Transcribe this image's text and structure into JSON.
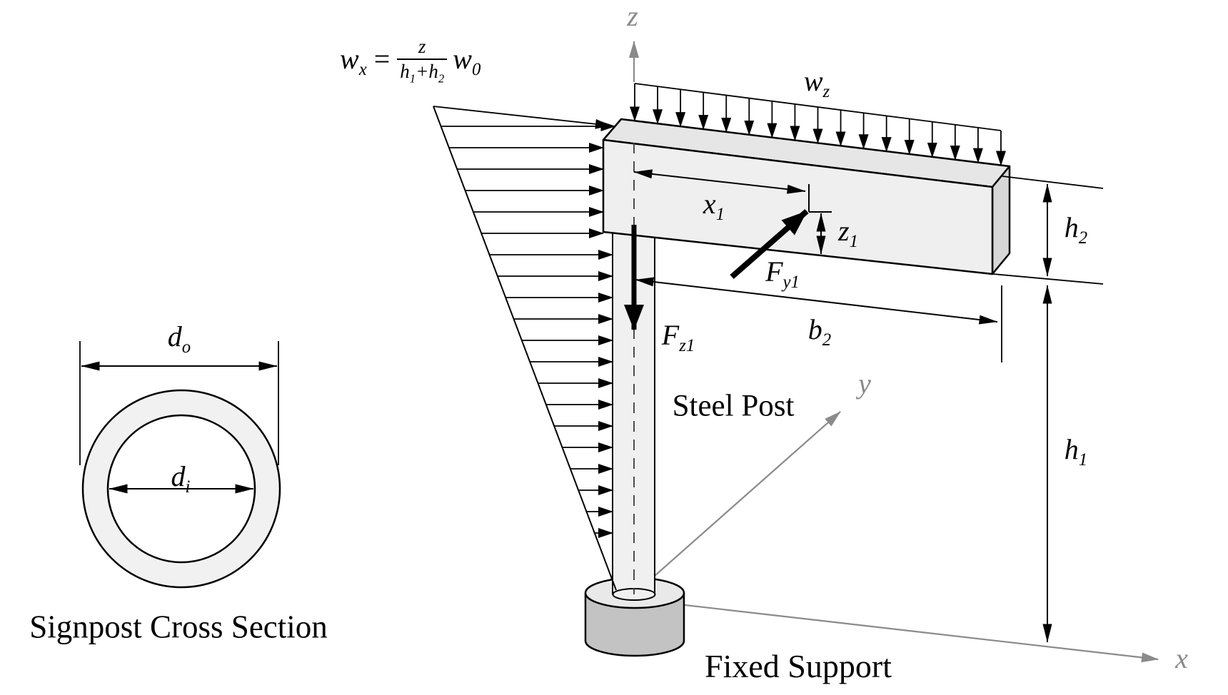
{
  "diagram": {
    "cross_section": {
      "caption": "Signpost Cross Section",
      "outer_diameter": {
        "base": "d",
        "sub": "o"
      },
      "inner_diameter": {
        "base": "d",
        "sub": "i"
      }
    },
    "axes": {
      "x": "x",
      "y": "y",
      "z": "z"
    },
    "loads": {
      "wz": {
        "base": "w",
        "sub": "z"
      },
      "wind_formula": {
        "lhs": {
          "base": "w",
          "sub": "x"
        },
        "equals": "=",
        "numerator": "z",
        "den_h1": {
          "base": "h",
          "sub": "1"
        },
        "den_plus": "+",
        "den_h2": {
          "base": "h",
          "sub": "2"
        },
        "factor": {
          "base": "w",
          "sub": "0"
        }
      }
    },
    "forces": {
      "fy1": {
        "base": "F",
        "sub": "y1"
      },
      "fz1": {
        "base": "F",
        "sub": "z1"
      }
    },
    "dimensions": {
      "x1": {
        "base": "x",
        "sub": "1"
      },
      "z1": {
        "base": "z",
        "sub": "1"
      },
      "b2": {
        "base": "b",
        "sub": "2"
      },
      "h2": {
        "base": "h",
        "sub": "2"
      },
      "h1": {
        "base": "h",
        "sub": "1"
      }
    },
    "annotations": {
      "steel_post": "Steel Post",
      "fixed_support": "Fixed Support"
    },
    "colors": {
      "axis_gray": "#8a8a8a",
      "line_black": "#000000",
      "board_front": "#efefef",
      "board_top": "#e6e6e6",
      "board_side": "#d7d7d7",
      "post_fill": "#f0f0f0",
      "support_top": "#e9e9e9",
      "support_body": "#c3c3c3",
      "section_ring": "#f1f1f1"
    }
  }
}
